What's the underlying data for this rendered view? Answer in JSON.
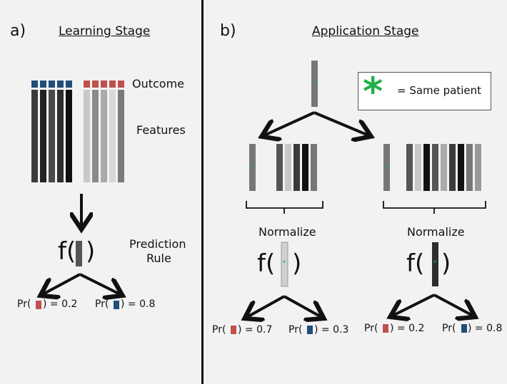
{
  "panel_a": {
    "letter": "a)",
    "title": "Learning Stage",
    "outcome_label": "Outcome",
    "features_label": "Features",
    "f_open": "f(",
    "f_close": ")",
    "rule_label_1": "Prediction",
    "rule_label_2": "Rule",
    "pr_left_prefix": "Pr(",
    "pr_left_suffix": ") = 0.2",
    "pr_right_prefix": "Pr(",
    "pr_right_suffix": ") = 0.8"
  },
  "panel_b": {
    "letter": "b)",
    "title": "Application Stage",
    "legend_star": "*",
    "legend_text": "= Same patient",
    "normalize_left": "Normalize",
    "normalize_right": "Normalize",
    "f_open": "f(",
    "f_close": ")",
    "left_pr1_prefix": "Pr(",
    "left_pr1_suffix": ") = 0.7",
    "left_pr2_prefix": "Pr(",
    "left_pr2_suffix": ") = 0.3",
    "right_pr1_prefix": "Pr(",
    "right_pr1_suffix": ") = 0.2",
    "right_pr2_prefix": "Pr(",
    "right_pr2_suffix": ") = 0.8"
  },
  "colors": {
    "outcome_red": "#c0504d",
    "outcome_blue": "#1f4e79",
    "star_green": "#22b14c",
    "dark_bar": "#3a3a3a",
    "black_bar": "#111111",
    "mid_bar": "#777777",
    "light_bar": "#c8c8c8"
  }
}
